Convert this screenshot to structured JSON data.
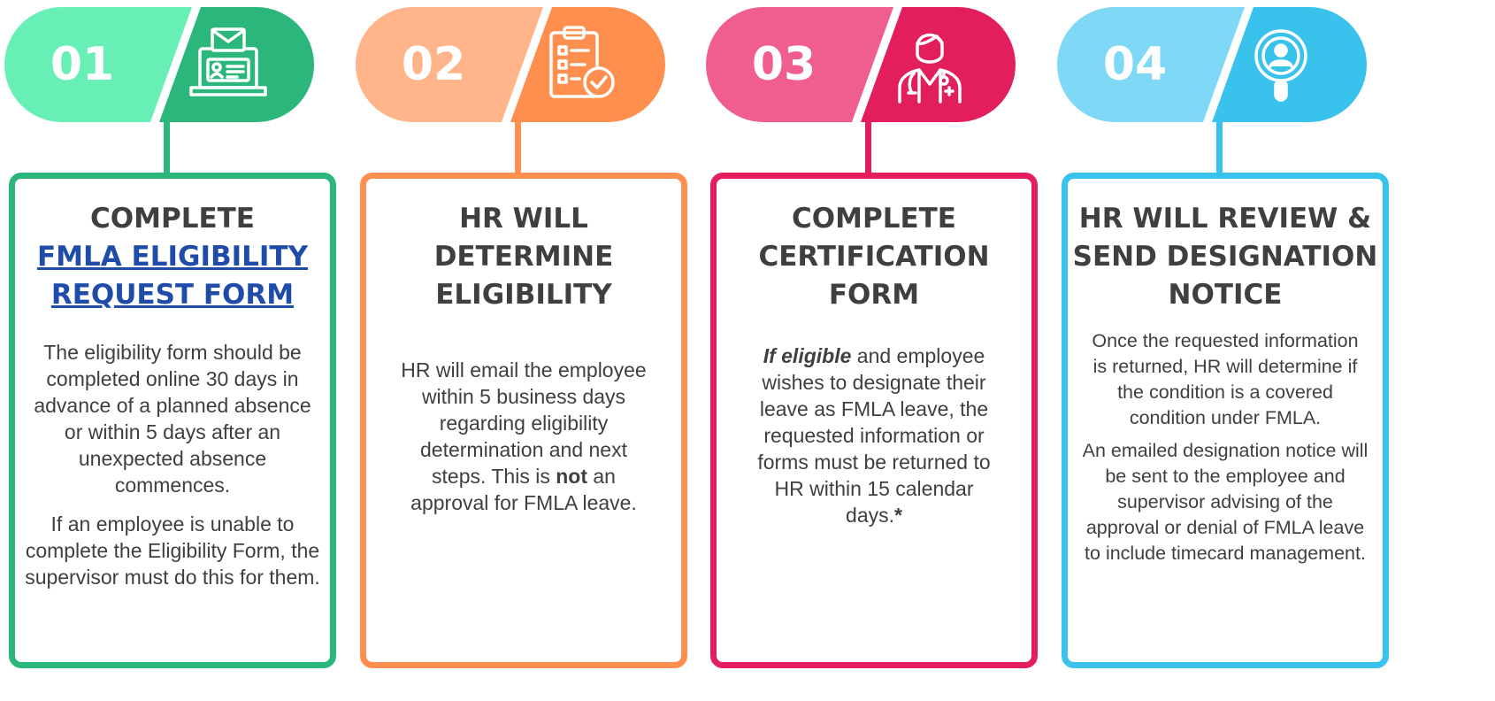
{
  "colors": {
    "green_light": "#68efb6",
    "green_dark": "#2bb77c",
    "orange_light": "#ffb48a",
    "orange_dark": "#ff8f4e",
    "pink_light": "#ef5e8e",
    "pink_dark": "#e21e5c",
    "blue_light": "#7fd9f6",
    "blue_dark": "#39c2ec"
  },
  "steps": [
    {
      "number": "01",
      "icon": "laptop-email-icon",
      "title_line1": "COMPLETE",
      "title_link": "FMLA ELIGIBILITY REQUEST FORM",
      "paragraph1": "The eligibility form should be completed online 30 days in advance of a planned absence or within 5 days after an unexpected absence commences.",
      "paragraph2": "If an employee is unable to complete the Eligibility Form, the supervisor must do this for them."
    },
    {
      "number": "02",
      "icon": "clipboard-checklist-icon",
      "title": "HR WILL DETERMINE ELIGIBILITY",
      "paragraph1_start": "HR will email the employee within 5 business days regarding eligibility determination and next steps. This is",
      "paragraph1_bold": "not",
      "paragraph1_end": "an approval for FMLA leave."
    },
    {
      "number": "03",
      "icon": "doctor-icon",
      "title": "COMPLETE CERTIFICATION FORM",
      "paragraph1_bold_italic": "If eligible",
      "paragraph1_rest": "and employee wishes to designate their leave as FMLA leave, the requested information or forms must be returned to HR within 15 calendar days.",
      "asterisk": "*"
    },
    {
      "number": "04",
      "icon": "magnifier-person-icon",
      "title": "HR WILL REVIEW & SEND DESIGNATION NOTICE",
      "paragraph1": "Once the requested information is returned, HR will determine if the condition is a covered condition under FMLA.",
      "paragraph2": "An emailed designation notice will be sent to the employee and supervisor advising of the approval or denial of FMLA leave to include timecard management."
    }
  ]
}
